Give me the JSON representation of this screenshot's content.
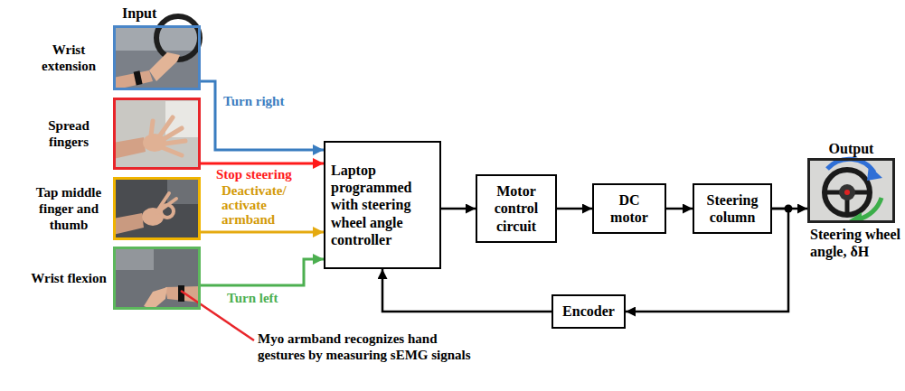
{
  "diagram": {
    "nodes": [
      {
        "text": [
          "Wrist extension"
        ]
      },
      {
        "text": [
          "Spread fingers"
        ]
      },
      {
        "text": [
          "Tap middle finger and thumb"
        ]
      },
      {
        "text": [
          "Wrist flexion"
        ]
      },
      {
        "text": [
          "Laptop programmed with steering wheel angle controller"
        ]
      },
      {
        "text": [
          "Motor control circuit"
        ]
      },
      {
        "text": [
          "DC motor"
        ]
      },
      {
        "text": [
          "Steering column"
        ]
      },
      {
        "text": [
          "Output",
          "Steering wheel angle, δH"
        ]
      },
      {
        "text": [
          "Encoder"
        ]
      }
    ],
    "edges": [
      {
        "from": 0,
        "to": 4,
        "arrow": "to",
        "label": "Turn right"
      },
      {
        "from": 1,
        "to": 4,
        "arrow": "to",
        "label": "Stop steering"
      },
      {
        "from": 2,
        "to": 4,
        "arrow": "to",
        "label": "Deactivate/ activate armband"
      },
      {
        "from": 3,
        "to": 4,
        "arrow": "to",
        "label": "Turn left"
      },
      {
        "from": 4,
        "to": 5,
        "arrow": "to"
      },
      {
        "from": 5,
        "to": 6,
        "arrow": "to"
      },
      {
        "from": 6,
        "to": 7,
        "arrow": "to"
      },
      {
        "from": 7,
        "to": 8,
        "arrow": "to"
      },
      {
        "from": 7,
        "to": 9,
        "arrow": "to"
      },
      {
        "from": 9,
        "to": 4,
        "arrow": "to"
      }
    ],
    "labels": [
      "Input",
      "Myo armband recognizes hand gestures by measuring sEMG signals"
    ]
  }
}
